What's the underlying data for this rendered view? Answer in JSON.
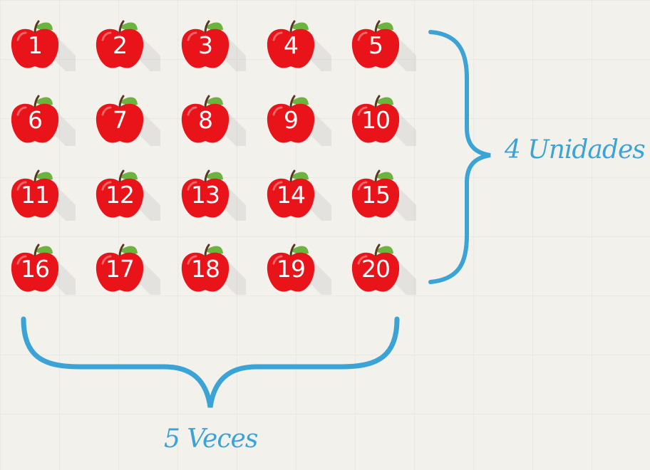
{
  "apples": [
    "1",
    "2",
    "3",
    "4",
    "5",
    "6",
    "7",
    "8",
    "9",
    "10",
    "11",
    "12",
    "13",
    "14",
    "15",
    "16",
    "17",
    "18",
    "19",
    "20"
  ],
  "grid": {
    "columns": 5,
    "rows": 4
  },
  "labels": {
    "rows_label": "4 Unidades",
    "columns_label": "5 Veces"
  },
  "colors": {
    "apple": "#e8141a",
    "leaf": "#6cb33f",
    "brace": "#3ba3d6",
    "background": "#f3f1ec"
  },
  "icons": {
    "apple": "apple-icon",
    "brace": "curly-brace"
  }
}
